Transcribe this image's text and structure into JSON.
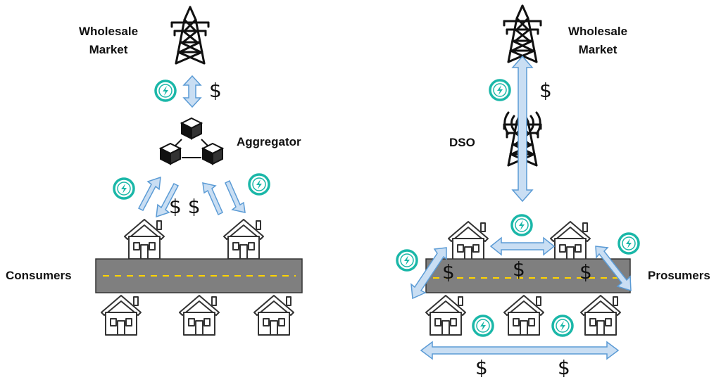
{
  "left": {
    "market_label": [
      "Wholesale",
      "Market"
    ],
    "aggregator_label": "Aggregator",
    "consumers_label": "Consumers",
    "dollar_top": "$",
    "dollar_mid": "$ $"
  },
  "right": {
    "market_label": [
      "Wholesale",
      "Market"
    ],
    "dso_label": "DSO",
    "prosumers_label": "Prosumers",
    "dollar_symbol": "$"
  },
  "colors": {
    "arrow_fill": "#c9def3",
    "arrow_stroke": "#5b9bd5",
    "energy_ring": "#1ab7a8",
    "road": "#7f7f7f",
    "road_dash": "#ffd400"
  },
  "icons": [
    "transmission-tower-icon",
    "radio-tower-icon",
    "aggregator-cubes-icon",
    "house-icon",
    "energy-bolt-icon"
  ]
}
